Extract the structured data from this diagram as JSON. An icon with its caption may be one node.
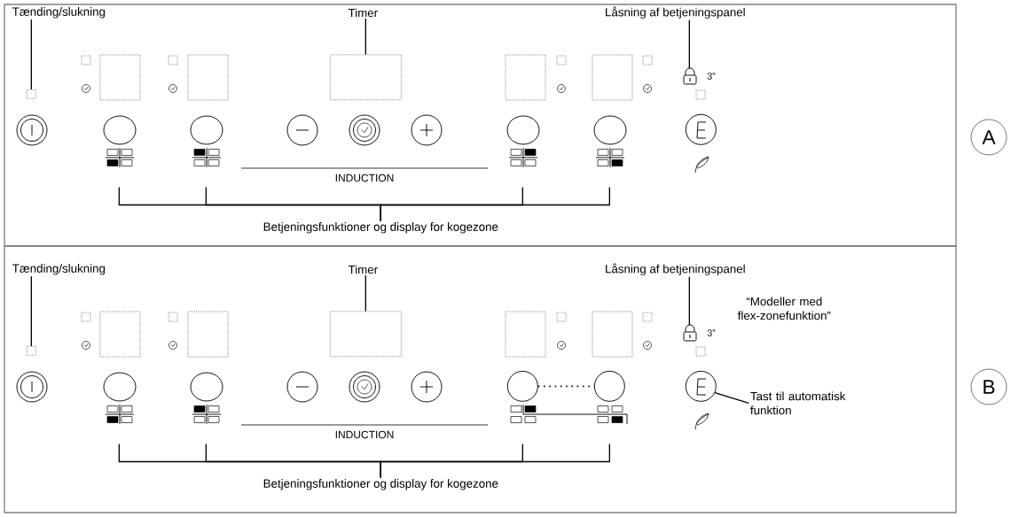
{
  "diagram": {
    "nodes": [
      {
        "text": [],
        "shape": "box"
      },
      {
        "text": [
          "Tænding/slukning"
        ],
        "in": 0
      },
      {
        "text": [
          "Timer"
        ],
        "in": 0
      },
      {
        "text": [
          "Låsning af betjeningspanel"
        ],
        "in": 0
      },
      {
        "text": [],
        "shape": "box",
        "in": 0
      },
      {
        "text": [],
        "shape": "box",
        "in": 0
      },
      {
        "text": [],
        "shape": "picture",
        "in": 0
      },
      {
        "text": [],
        "shape": "picture",
        "in": 0
      },
      {
        "text": [],
        "shape": "picture",
        "in": 0
      },
      {
        "text": [],
        "shape": "picture",
        "in": 0
      },
      {
        "text": [],
        "shape": "picture",
        "in": 0
      },
      {
        "text": [
          "Betjeningsfunktioner og display for kogezone"
        ],
        "in": 0
      },
      {
        "text": [],
        "shape": "circle",
        "in": 0
      },
      {
        "text": [
          "A"
        ]
      },
      {
        "text": [],
        "shape": "box"
      },
      {
        "text": [
          "Tænding/slukning"
        ],
        "in": 14
      },
      {
        "text": [
          "Timer"
        ],
        "in": 14
      },
      {
        "text": [
          "Låsning af betjeningspanel"
        ],
        "in": 14
      },
      {
        "text": [],
        "shape": "box",
        "in": 14
      },
      {
        "text": [],
        "shape": "box",
        "in": 14
      },
      {
        "text": [],
        "shape": "picture",
        "in": 14
      },
      {
        "text": [],
        "shape": "circle",
        "in": 14
      },
      {
        "text": [],
        "shape": "circle",
        "in": 14
      },
      {
        "text": [],
        "shape": "picture",
        "in": 14
      },
      {
        "text": [],
        "shape": "picture",
        "in": 14
      },
      {
        "text": [],
        "shape": "picture",
        "in": 14
      },
      {
        "text": [],
        "shape": "picture",
        "in": 14
      },
      {
        "text": [
          "Betjeningsfunktioner og display for kogezone"
        ],
        "in": 14
      },
      {
        "text": [
          "“Modeller med flex-zonefunktion”"
        ],
        "in": 14
      },
      {
        "text": [
          "Tast til automatisk funktion"
        ],
        "in": 14
      },
      {
        "text": [],
        "shape": "circle",
        "in": 14
      },
      {
        "text": [
          "B"
        ]
      }
    ],
    "edges": [
      {
        "from": 1,
        "to": 4,
        "arrow": "none"
      },
      {
        "from": 2,
        "to": 5,
        "arrow": "none"
      },
      {
        "from": 3,
        "to": 6,
        "arrow": "none"
      },
      {
        "from": 11,
        "to": 7,
        "arrow": "none"
      },
      {
        "from": 11,
        "to": 8,
        "arrow": "none"
      },
      {
        "from": 11,
        "to": 9,
        "arrow": "none"
      },
      {
        "from": 11,
        "to": 10,
        "arrow": "none"
      },
      {
        "from": 15,
        "to": 18,
        "arrow": "none"
      },
      {
        "from": 16,
        "to": 19,
        "arrow": "none"
      },
      {
        "from": 17,
        "to": 20,
        "arrow": "none"
      },
      {
        "from": 21,
        "to": 22,
        "arrow": "none",
        "style": "dashed"
      },
      {
        "from": 27,
        "to": 23,
        "arrow": "none"
      },
      {
        "from": 27,
        "to": 24,
        "arrow": "none"
      },
      {
        "from": 27,
        "to": 25,
        "arrow": "none"
      },
      {
        "from": 27,
        "to": 26,
        "arrow": "none"
      },
      {
        "from": 29,
        "to": 30,
        "arrow": "none"
      }
    ],
    "labels": [
      "3”",
      "INDUCTION",
      "3”",
      "INDUCTION"
    ]
  }
}
